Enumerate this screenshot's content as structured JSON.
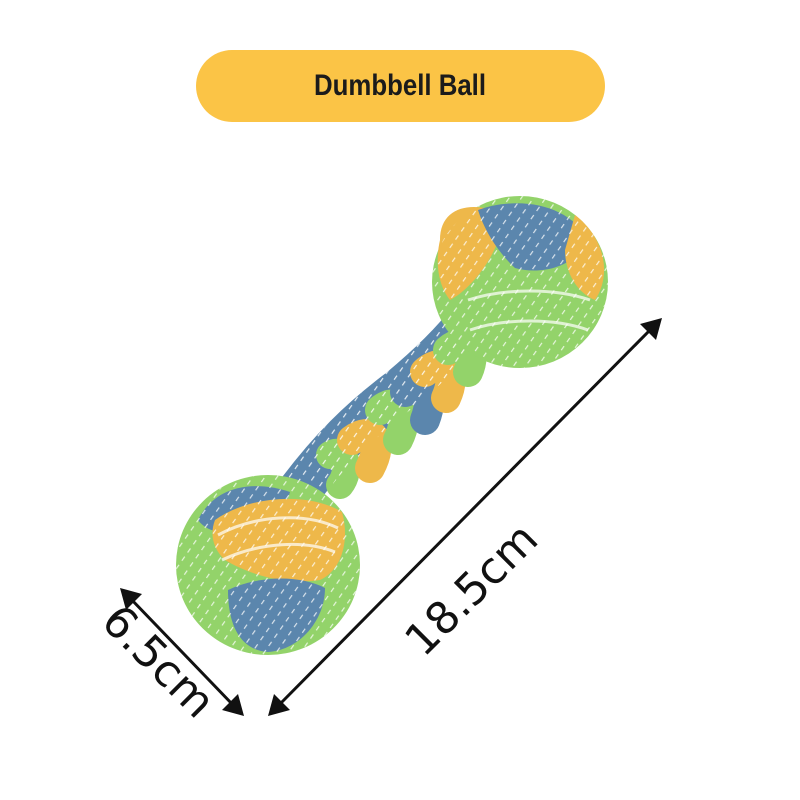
{
  "title": "Dumbbell Ball",
  "dimensions": {
    "length": "18.5cm",
    "ball_diameter": "6.5cm"
  },
  "colors": {
    "title_pill": "#fbc446",
    "rope_blue": "#5b86ad",
    "rope_yellow": "#eeb84a",
    "rope_green": "#93d36a",
    "arrow": "#111111"
  },
  "product_image": "rope-dumbbell-ball-toy"
}
